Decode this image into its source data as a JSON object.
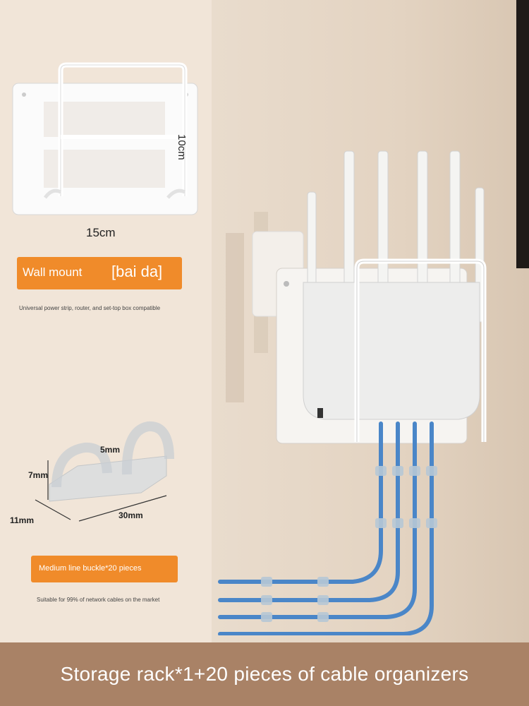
{
  "dimensions": {
    "height": "10cm",
    "width": "15cm"
  },
  "wall_mount": {
    "label": "Wall mount",
    "brand": "[bai da]",
    "note": "Universal power strip, router, and set-top box compatible"
  },
  "buckle_dimensions": {
    "d5": "5mm",
    "d7": "7mm",
    "d11": "11mm",
    "d30": "30mm"
  },
  "buckle": {
    "label": "Medium line buckle*20 pieces",
    "note": "Suitable for 99% of network cables on the market"
  },
  "footer": {
    "title": "Storage rack*1+20 pieces of cable organizers"
  },
  "colors": {
    "accent": "#f08b2a",
    "footer": "#a98266",
    "cable": "#4a86c8"
  }
}
